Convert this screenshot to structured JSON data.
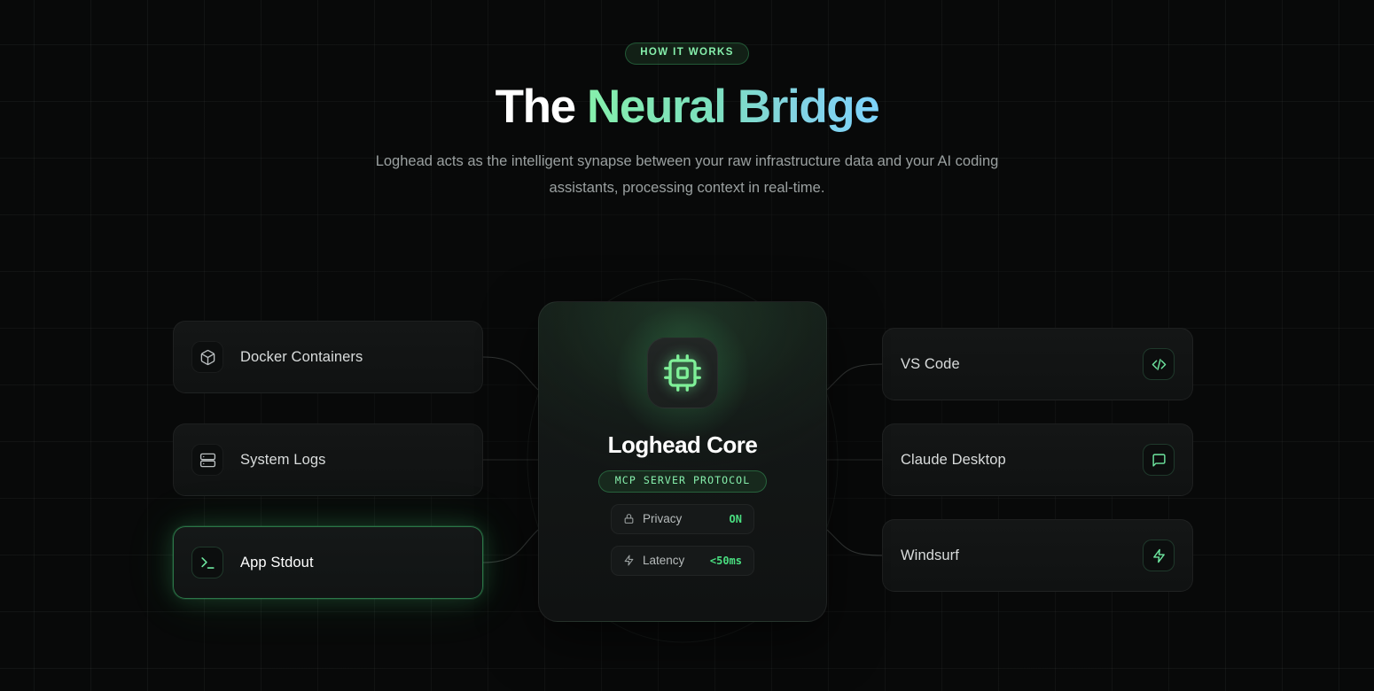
{
  "header": {
    "eyebrow": "HOW IT WORKS",
    "title_plain": "The ",
    "title_accent": "Neural Bridge",
    "subtitle": "Loghead acts as the intelligent synapse between your raw infrastructure data and your AI coding assistants, processing context in real-time."
  },
  "hub": {
    "icon": "cpu-chip-icon",
    "title": "Loghead Core",
    "badge": "MCP SERVER PROTOCOL",
    "stats": [
      {
        "icon": "lock-icon",
        "label": "Privacy",
        "value": "ON"
      },
      {
        "icon": "lightning-icon",
        "label": "Latency",
        "value": "<50ms"
      }
    ]
  },
  "sources": [
    {
      "label": "Docker Containers",
      "icon": "cube-icon",
      "active": false
    },
    {
      "label": "System Logs",
      "icon": "server-icon",
      "active": false
    },
    {
      "label": "App Stdout",
      "icon": "terminal-prompt-icon",
      "active": true
    }
  ],
  "clients": [
    {
      "label": "VS Code",
      "icon": "code-brackets-icon"
    },
    {
      "label": "Claude Desktop",
      "icon": "message-square-icon"
    },
    {
      "label": "Windsurf",
      "icon": "lightning-icon"
    }
  ],
  "colors": {
    "background": "#080909",
    "accent_green": "#4ade80",
    "accent_green_light": "#86efac",
    "accent_blue": "#7dd3fc",
    "text_primary": "#ffffff",
    "text_muted": "#9aa0a0",
    "card_bg": "#131515"
  }
}
